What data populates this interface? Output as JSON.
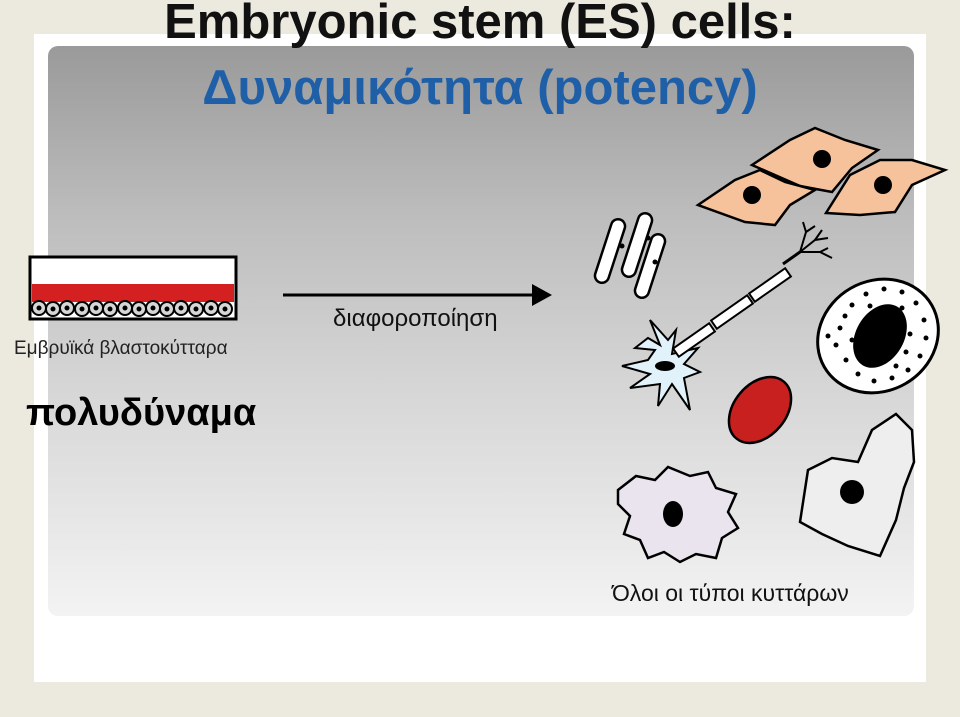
{
  "title": {
    "line1": "Embryonic stem (ES) cells:",
    "line2": "Δυναμικότητα (potency)"
  },
  "left": {
    "es_label": "Εμβρυϊκά βλαστοκύτταρα",
    "pluripotent_label": "πολυδύναμα"
  },
  "process": {
    "arrow_label": "διαφοροποίηση"
  },
  "right": {
    "all_cells_label": "Όλοι οι τύποι κυττάρων"
  },
  "icons": [
    "culture-dish-icon",
    "fibroblast-icon",
    "muscle-cell-icon",
    "neuron-icon",
    "red-blood-cell-icon",
    "granulocyte-icon",
    "macrophage-icon",
    "epithelial-cell-icon"
  ],
  "colors": {
    "title_blue": "#1f5fa8",
    "culture_red": "#d42020",
    "fibroblast": "#f5c29c",
    "red_blood_cell": "#c8201e",
    "neuron": "#e2f2fb"
  }
}
